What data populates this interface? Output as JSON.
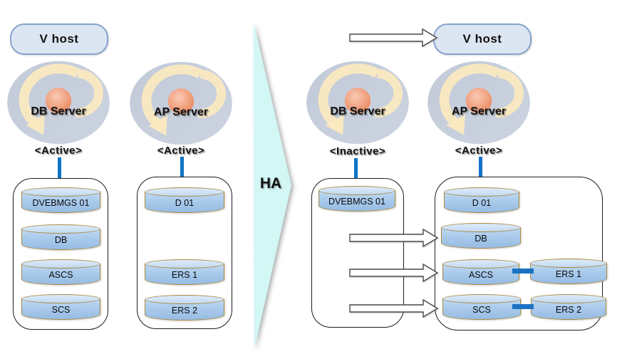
{
  "colors": {
    "connector_blue": "#1173c5",
    "cylinder_fill": "#a6c8ea",
    "cylinder_border": "#aa8a3e",
    "vhost_fill": "#dce6f3",
    "vhost_border": "#87a4ce",
    "ha_chevron_fill": "#d2f7f5",
    "icon_circle": "#c6cedd",
    "icon_swirl": "#fbe9c0",
    "icon_center": "#ec8a64"
  },
  "left": {
    "v_host": "V host",
    "db_server": {
      "name": "DB Server",
      "status": "<Active>"
    },
    "ap_server": {
      "name": "AP Server",
      "status": "<Active>"
    },
    "db_cylinders": [
      "DVEBMGS 01",
      "DB",
      "ASCS",
      "SCS"
    ],
    "ap_cylinders": [
      "D 01",
      "ERS 1",
      "ERS 2"
    ]
  },
  "center": {
    "ha_label": "HA"
  },
  "right": {
    "v_host": "V host",
    "db_server": {
      "name": "DB Server",
      "status": "<Inactive>"
    },
    "ap_server": {
      "name": "AP Server",
      "status": "<Active>"
    },
    "db_cylinders": [
      "DVEBMGS 01"
    ],
    "ap_main_cylinders": [
      "D 01",
      "DB",
      "ASCS",
      "SCS"
    ],
    "ap_ers_cylinders": [
      "ERS 1",
      "ERS 2"
    ]
  }
}
